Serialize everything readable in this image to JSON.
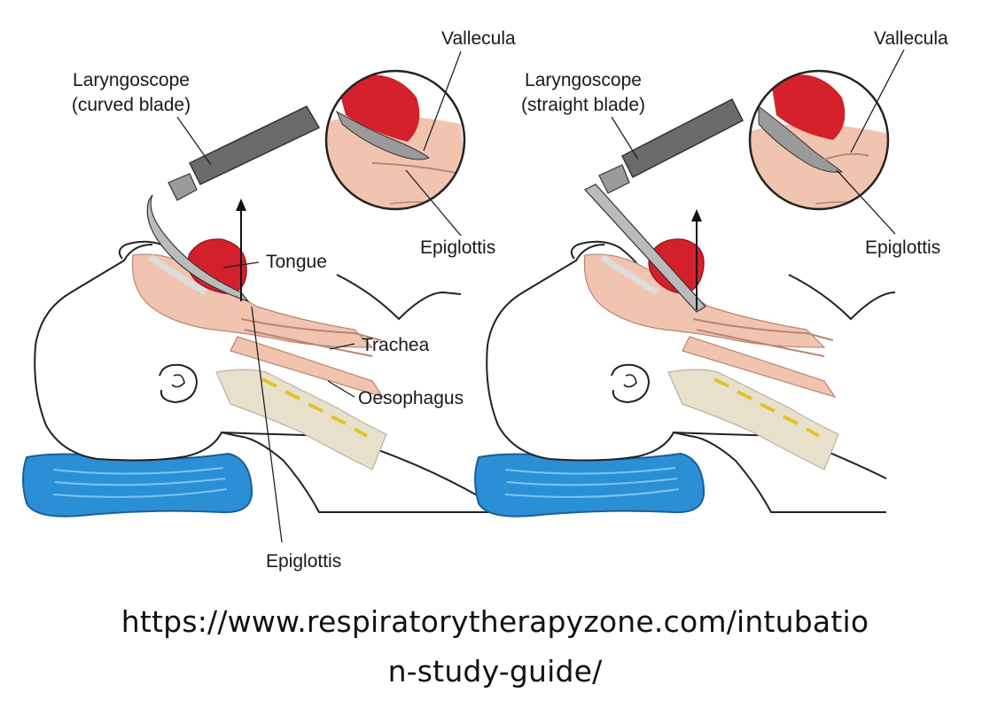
{
  "left": {
    "scope_label_1": "Laryngoscope",
    "scope_label_2": "(curved blade)",
    "vallecula": "Vallecula",
    "epiglottis_inset": "Epiglottis",
    "tongue": "Tongue",
    "trachea": "Trachea",
    "oesophagus": "Oesophagus",
    "epiglottis": "Epiglottis"
  },
  "right": {
    "scope_label_1": "Laryngoscope",
    "scope_label_2": "(straight blade)",
    "vallecula": "Vallecula",
    "epiglottis_inset": "Epiglottis"
  },
  "source": {
    "line1": "https://www.respiratorytherapyzone.com/intubatio",
    "line2": "n-study-guide/"
  },
  "colors": {
    "skin_outline": "#222222",
    "airway": "#f1c4b0",
    "tongue": "#d4202a",
    "bone": "#e7e1cc",
    "disc": "#e3c22a",
    "pillow": "#2b8fd6",
    "scope": "#6b6b6b"
  }
}
